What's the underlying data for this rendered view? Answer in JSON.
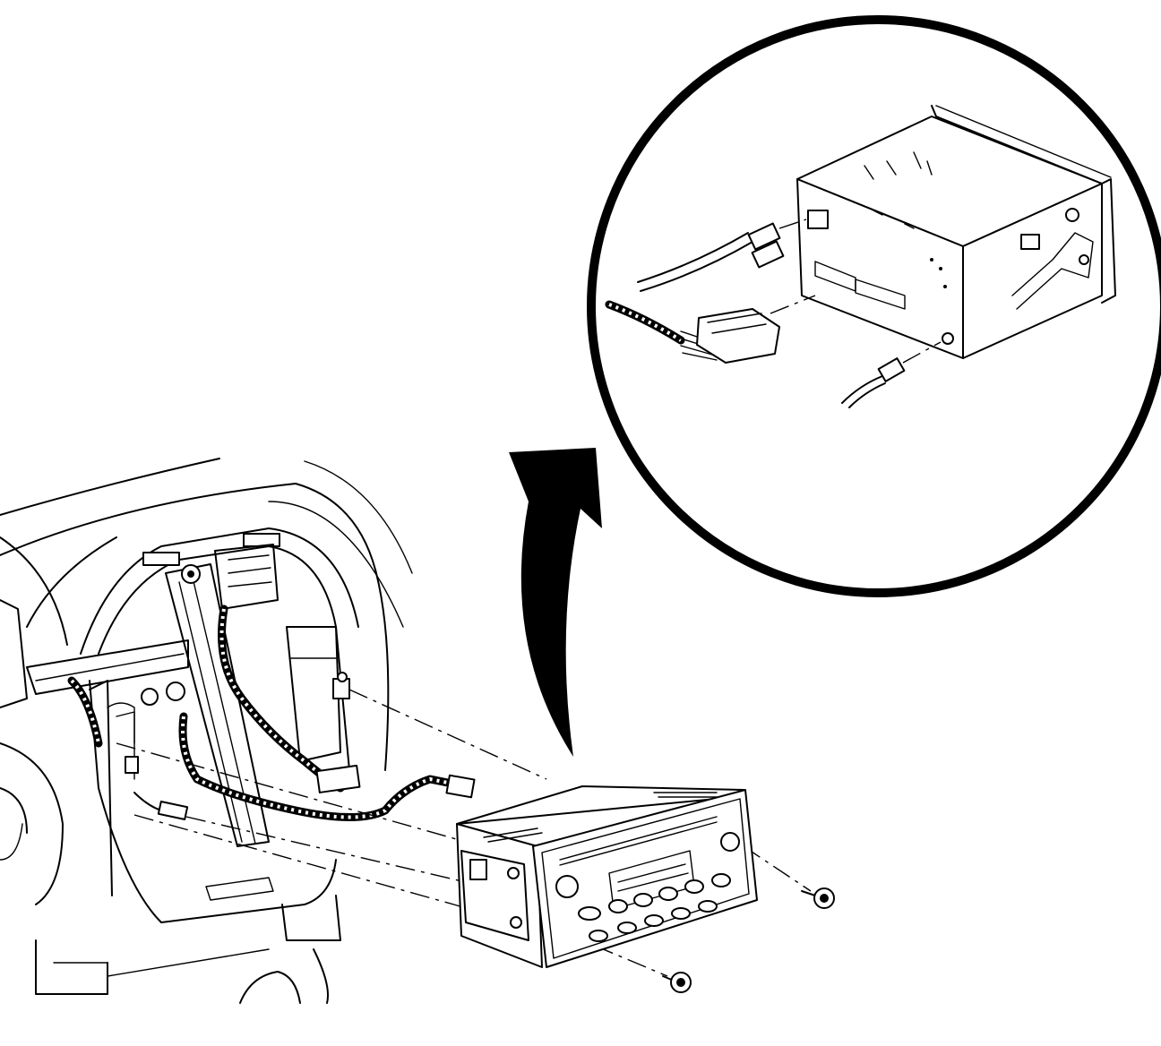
{
  "diagram": {
    "type": "exploded-assembly-illustration",
    "colors": {
      "line": "#000000",
      "background": "#ffffff"
    },
    "parts": [
      "instrument-panel",
      "radio-mounting-bracket",
      "radio-wiring-harness",
      "radio-receiver",
      "radio-bolt-upper",
      "radio-bolt-lower",
      "antenna-cable",
      "detail-view-circle",
      "callout-arrow"
    ]
  }
}
